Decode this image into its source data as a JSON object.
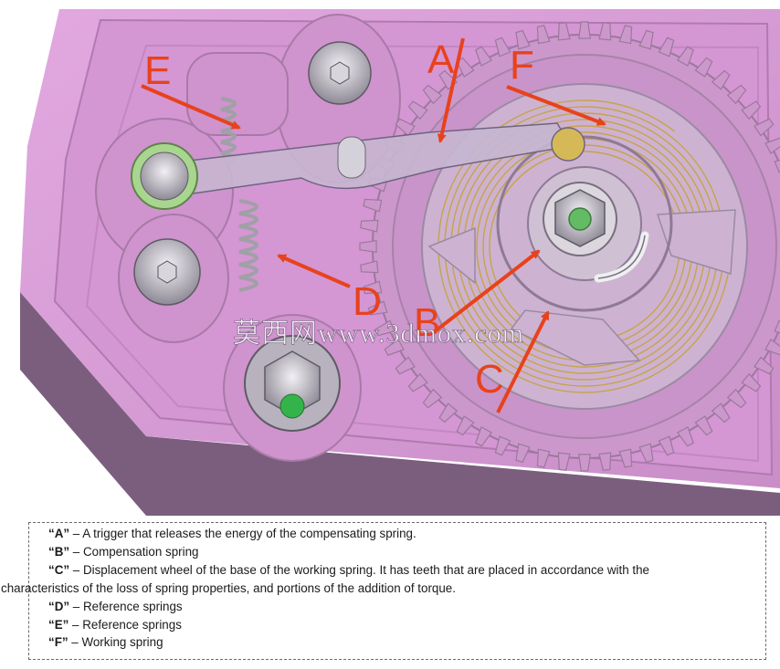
{
  "callouts": [
    {
      "letter": "A",
      "color": "#e8421c"
    },
    {
      "letter": "B",
      "color": "#e8421c"
    },
    {
      "letter": "C",
      "color": "#e8421c"
    },
    {
      "letter": "D",
      "color": "#e8421c"
    },
    {
      "letter": "E",
      "color": "#e8421c"
    },
    {
      "letter": "F",
      "color": "#e8421c"
    }
  ],
  "watermark": "莫西网www.3dmox.com",
  "legend": [
    {
      "key": "“A”",
      "text": " – A trigger that releases the energy of the compensating spring."
    },
    {
      "key": "“B”",
      "text": " – Compensation spring"
    },
    {
      "key": "“C”",
      "text": " – Displacement wheel of the base of the working spring. It has teeth that are placed in accordance with the",
      "continuation": "characteristics of the loss of spring properties, and portions of the addition of torque."
    },
    {
      "key": "“D”",
      "text": " – Reference springs"
    },
    {
      "key": "“E”",
      "text": " – Reference springs"
    },
    {
      "key": "“F”",
      "text": " – Working spring"
    }
  ],
  "colors": {
    "housing": "#d79bd6",
    "housing_shadow": "#7b5e7e",
    "arrow": "#e8421c",
    "spring_gold": "#c8a24a"
  }
}
